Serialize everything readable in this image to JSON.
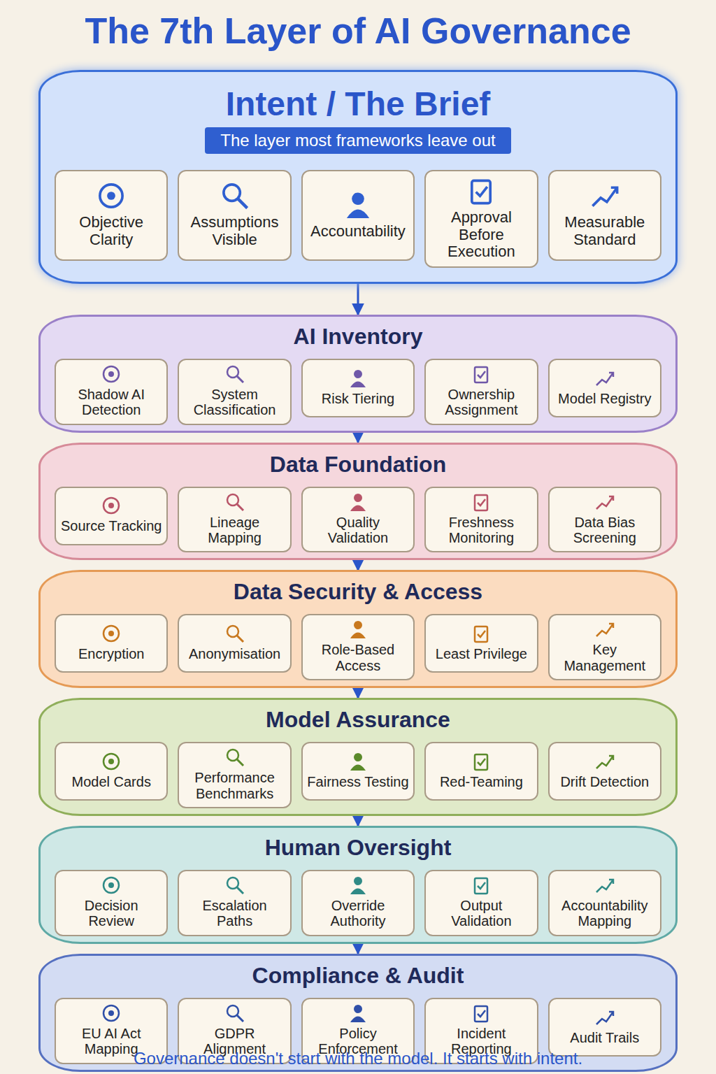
{
  "diagram": {
    "title": "The 7th Layer of AI Governance",
    "caption": "Governance doesn't start with the model. It starts with intent.",
    "nodes": [
      {
        "text": [
          "Intent / The Brief",
          "The layer most frameworks leave out"
        ]
      },
      {
        "text": [
          "Objective Clarity"
        ],
        "in": 0
      },
      {
        "text": [
          "Assumptions Visible"
        ],
        "in": 0
      },
      {
        "text": [
          "Accountability"
        ],
        "in": 0
      },
      {
        "text": [
          "Approval Before Execution"
        ],
        "in": 0
      },
      {
        "text": [
          "Measurable Standard"
        ],
        "in": 0
      },
      {
        "text": [
          "AI Inventory"
        ]
      },
      {
        "text": [
          "Shadow AI Detection"
        ],
        "in": 6
      },
      {
        "text": [
          "System Classification"
        ],
        "in": 6
      },
      {
        "text": [
          "Risk Tiering"
        ],
        "in": 6
      },
      {
        "text": [
          "Ownership Assignment"
        ],
        "in": 6
      },
      {
        "text": [
          "Model Registry"
        ],
        "in": 6
      },
      {
        "text": [
          "Data Foundation"
        ]
      },
      {
        "text": [
          "Source Tracking"
        ],
        "in": 12
      },
      {
        "text": [
          "Lineage Mapping"
        ],
        "in": 12
      },
      {
        "text": [
          "Quality Validation"
        ],
        "in": 12
      },
      {
        "text": [
          "Freshness Monitoring"
        ],
        "in": 12
      },
      {
        "text": [
          "Data Bias Screening"
        ],
        "in": 12
      },
      {
        "text": [
          "Data Security & Access"
        ]
      },
      {
        "text": [
          "Encryption"
        ],
        "in": 18
      },
      {
        "text": [
          "Anonymisation"
        ],
        "in": 18
      },
      {
        "text": [
          "Role-Based Access"
        ],
        "in": 18
      },
      {
        "text": [
          "Least Privilege"
        ],
        "in": 18
      },
      {
        "text": [
          "Key Management"
        ],
        "in": 18
      },
      {
        "text": [
          "Model Assurance"
        ]
      },
      {
        "text": [
          "Model Cards"
        ],
        "in": 24
      },
      {
        "text": [
          "Performance Benchmarks"
        ],
        "in": 24
      },
      {
        "text": [
          "Fairness Testing"
        ],
        "in": 24
      },
      {
        "text": [
          "Red-Teaming"
        ],
        "in": 24
      },
      {
        "text": [
          "Drift Detection"
        ],
        "in": 24
      },
      {
        "text": [
          "Human Oversight"
        ]
      },
      {
        "text": [
          "Decision Review"
        ],
        "in": 30
      },
      {
        "text": [
          "Escalation Paths"
        ],
        "in": 30
      },
      {
        "text": [
          "Override Authority"
        ],
        "in": 30
      },
      {
        "text": [
          "Output Validation"
        ],
        "in": 30
      },
      {
        "text": [
          "Accountability Mapping"
        ],
        "in": 30
      },
      {
        "text": [
          "Compliance & Audit"
        ]
      },
      {
        "text": [
          "EU AI Act Mapping"
        ],
        "in": 36
      },
      {
        "text": [
          "GDPR Alignment"
        ],
        "in": 36
      },
      {
        "text": [
          "Policy Enforcement"
        ],
        "in": 36
      },
      {
        "text": [
          "Incident Reporting"
        ],
        "in": 36
      },
      {
        "text": [
          "Audit Trails"
        ],
        "in": 36
      }
    ],
    "edges": [
      {
        "from": 0,
        "to": 6,
        "arrow": "to"
      },
      {
        "from": 6,
        "to": 12,
        "arrow": "to"
      },
      {
        "from": 12,
        "to": 18,
        "arrow": "to"
      },
      {
        "from": 18,
        "to": 24,
        "arrow": "to"
      },
      {
        "from": 24,
        "to": 30,
        "arrow": "to"
      },
      {
        "from": 30,
        "to": 36,
        "arrow": "to"
      }
    ]
  }
}
